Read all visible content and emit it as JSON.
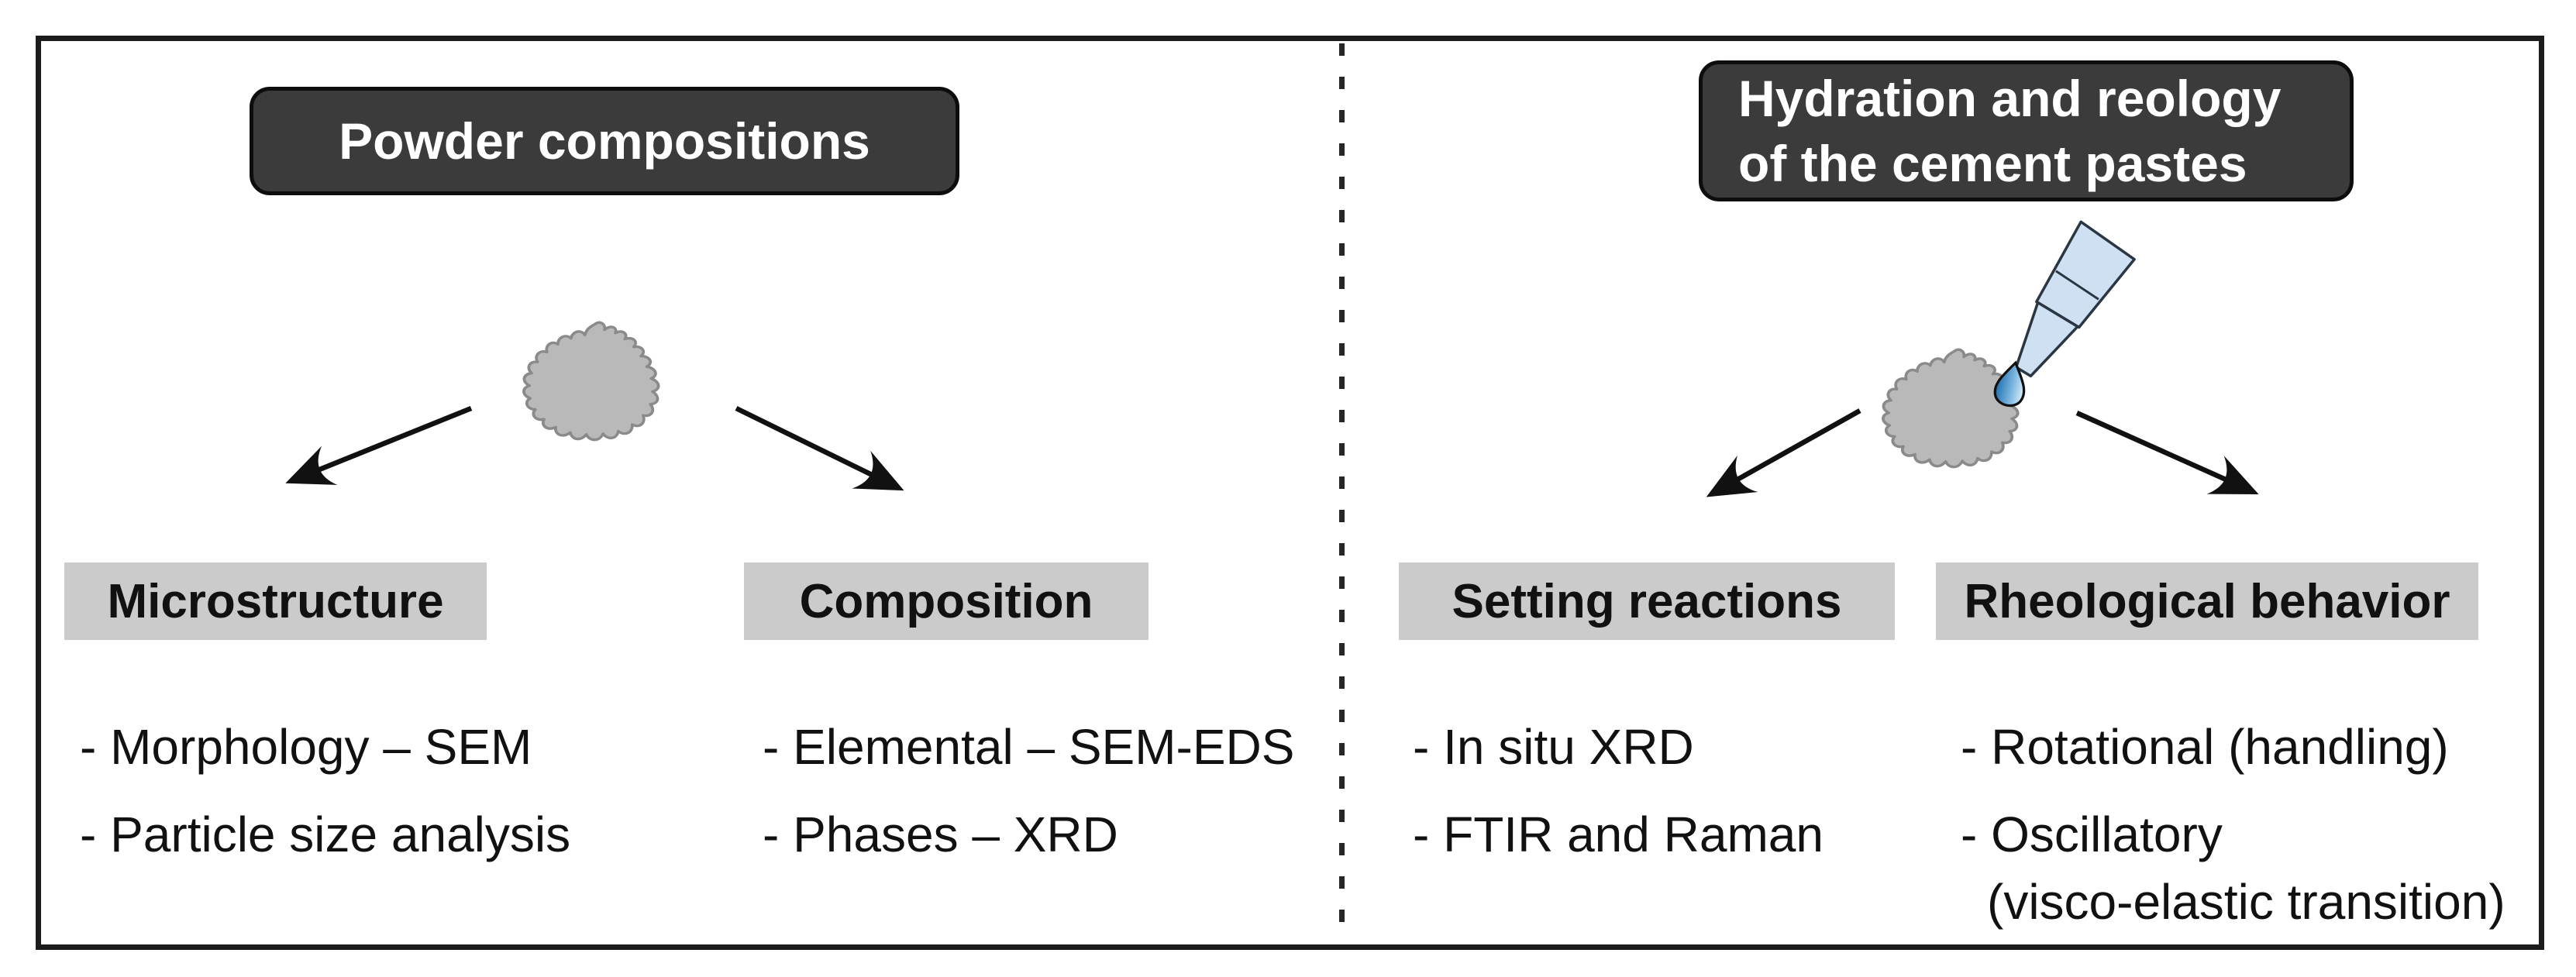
{
  "figure": {
    "type": "methods-overview-diagram",
    "left_panel": {
      "title": "Powder compositions",
      "col1": {
        "header": "Microstructure",
        "items": [
          "- Morphology – SEM",
          "- Particle size analysis"
        ]
      },
      "col2": {
        "header": "Composition",
        "items": [
          "- Elemental – SEM-EDS",
          "- Phases – XRD"
        ]
      }
    },
    "right_panel": {
      "title_lines": [
        "Hydration and reology",
        "of the cement pastes"
      ],
      "col1": {
        "header": "Setting reactions",
        "items": [
          "- In situ XRD",
          "- FTIR and Raman"
        ]
      },
      "col2": {
        "header": "Rheological behavior",
        "items": [
          "- Rotational (handling)",
          "- Oscillatory",
          "(visco-elastic transition)"
        ]
      }
    },
    "icons": {
      "left": "powder-particle",
      "right": "pipette-dropping-water-on-powder-particle",
      "arrows": "diverging-black-arrows"
    },
    "colors": {
      "title_box_bg": "#3b3b3b",
      "title_box_border": "#0d0d0d",
      "title_text": "#ffffff",
      "category_label_bg": "#cbcbcb",
      "body_text": "#111111",
      "frame_border": "#1c1c1c",
      "particle_fill": "#b9b9b9",
      "particle_stroke": "#8a8a8a",
      "pipette_fill": "#cfe0f3",
      "pipette_stroke": "#2a3742",
      "drop_dark": "#1e6fb0",
      "drop_light": "#ddeefa"
    }
  }
}
